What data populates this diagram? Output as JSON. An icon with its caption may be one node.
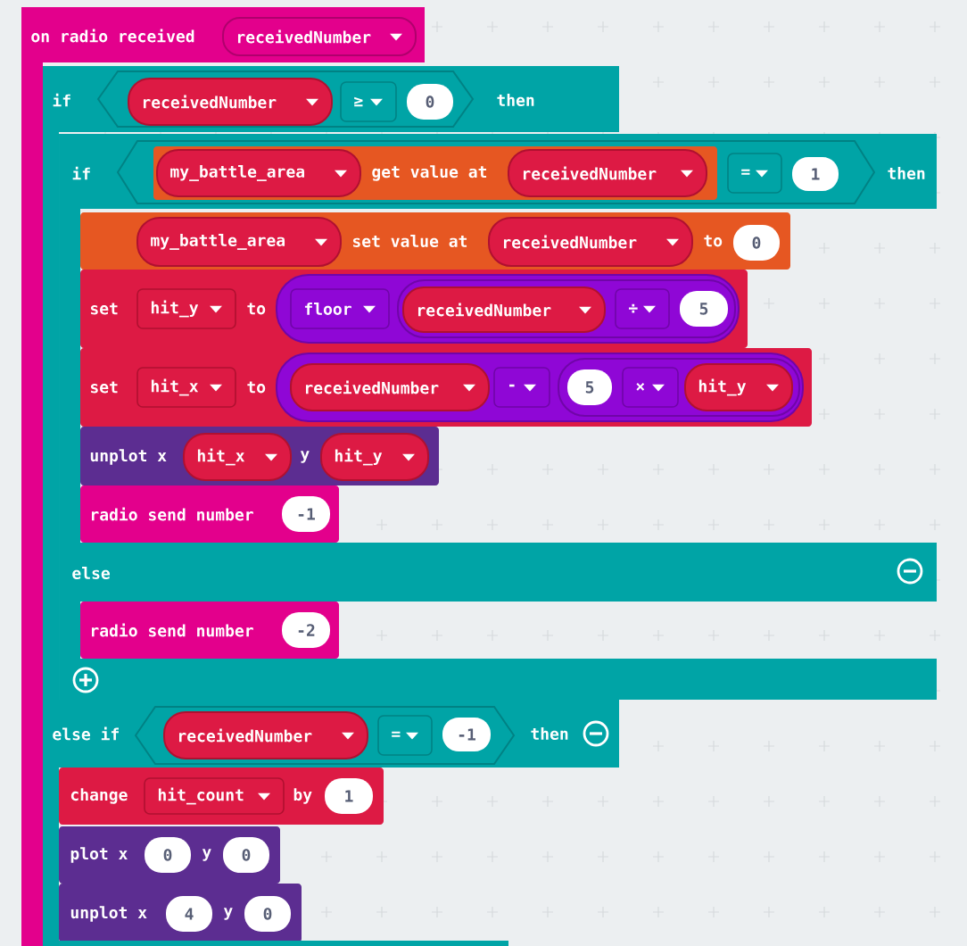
{
  "diagram": {
    "nodes": [
      {
        "text": [
          "on radio received"
        ]
      },
      {
        "text": [
          "receivedNumber"
        ],
        "in": 0
      },
      {
        "text": [
          "if",
          "then"
        ]
      },
      {
        "text": [],
        "shape": "hexagon",
        "in": 2
      },
      {
        "text": [
          "receivedNumber"
        ],
        "in": 3
      },
      {
        "text": [
          "≥"
        ],
        "in": 3
      },
      {
        "text": [
          "0"
        ],
        "in": 3
      },
      {
        "text": [
          "if",
          "then"
        ]
      },
      {
        "text": [],
        "shape": "hexagon",
        "in": 7
      },
      {
        "text": [
          "get value at"
        ],
        "in": 8
      },
      {
        "text": [
          "my_battle_area"
        ],
        "in": 9
      },
      {
        "text": [
          "receivedNumber"
        ],
        "in": 9
      },
      {
        "text": [
          "="
        ],
        "in": 8
      },
      {
        "text": [
          "1"
        ],
        "in": 8
      },
      {
        "text": [
          "set value at",
          "to"
        ]
      },
      {
        "text": [
          "my_battle_area"
        ],
        "in": 14
      },
      {
        "text": [
          "receivedNumber"
        ],
        "in": 14
      },
      {
        "text": [
          "0"
        ],
        "in": 14
      },
      {
        "text": [
          "set",
          "to"
        ]
      },
      {
        "text": [
          "hit_y"
        ],
        "in": 18
      },
      {
        "text": [],
        "shape": "oval",
        "in": 18
      },
      {
        "text": [
          "floor"
        ],
        "in": 20
      },
      {
        "text": [],
        "shape": "oval",
        "in": 20
      },
      {
        "text": [
          "receivedNumber"
        ],
        "in": 22
      },
      {
        "text": [
          "÷"
        ],
        "in": 22
      },
      {
        "text": [
          "5"
        ],
        "in": 22
      },
      {
        "text": [
          "set",
          "to"
        ]
      },
      {
        "text": [
          "hit_x"
        ],
        "in": 26
      },
      {
        "text": [],
        "shape": "oval",
        "in": 26
      },
      {
        "text": [
          "receivedNumber"
        ],
        "in": 28
      },
      {
        "text": [
          "-"
        ],
        "in": 28
      },
      {
        "text": [],
        "shape": "oval",
        "in": 28
      },
      {
        "text": [
          "5"
        ],
        "in": 31
      },
      {
        "text": [
          "×"
        ],
        "in": 31
      },
      {
        "text": [
          "hit_y"
        ],
        "in": 31
      },
      {
        "text": [
          "unplot x",
          "y"
        ]
      },
      {
        "text": [
          "hit_x"
        ],
        "in": 35
      },
      {
        "text": [
          "hit_y"
        ],
        "in": 35
      },
      {
        "text": [
          "radio send number"
        ]
      },
      {
        "text": [
          "-1"
        ],
        "in": 38
      },
      {
        "text": [
          "radio send number"
        ]
      },
      {
        "text": [
          "-2"
        ],
        "in": 40
      },
      {
        "text": [],
        "shape": "hexagon",
        "in": 56
      },
      {
        "text": [
          "receivedNumber"
        ],
        "in": 42
      },
      {
        "text": [
          "="
        ],
        "in": 42
      },
      {
        "text": [
          "-1"
        ],
        "in": 42
      },
      {
        "text": [
          "change",
          "by"
        ]
      },
      {
        "text": [
          "hit_count"
        ],
        "in": 46
      },
      {
        "text": [
          "1"
        ],
        "in": 46
      },
      {
        "text": [
          "plot x",
          "y"
        ]
      },
      {
        "text": [
          "0"
        ],
        "in": 49
      },
      {
        "text": [
          "0"
        ],
        "in": 49
      },
      {
        "text": [
          "unplot x",
          "y"
        ]
      },
      {
        "text": [
          "4"
        ],
        "in": 52
      },
      {
        "text": [
          "0"
        ],
        "in": 52
      },
      {
        "text": [],
        "shape": "bar"
      },
      {
        "text": [
          "else if",
          "then"
        ]
      },
      {
        "text": [
          "else"
        ]
      }
    ]
  }
}
